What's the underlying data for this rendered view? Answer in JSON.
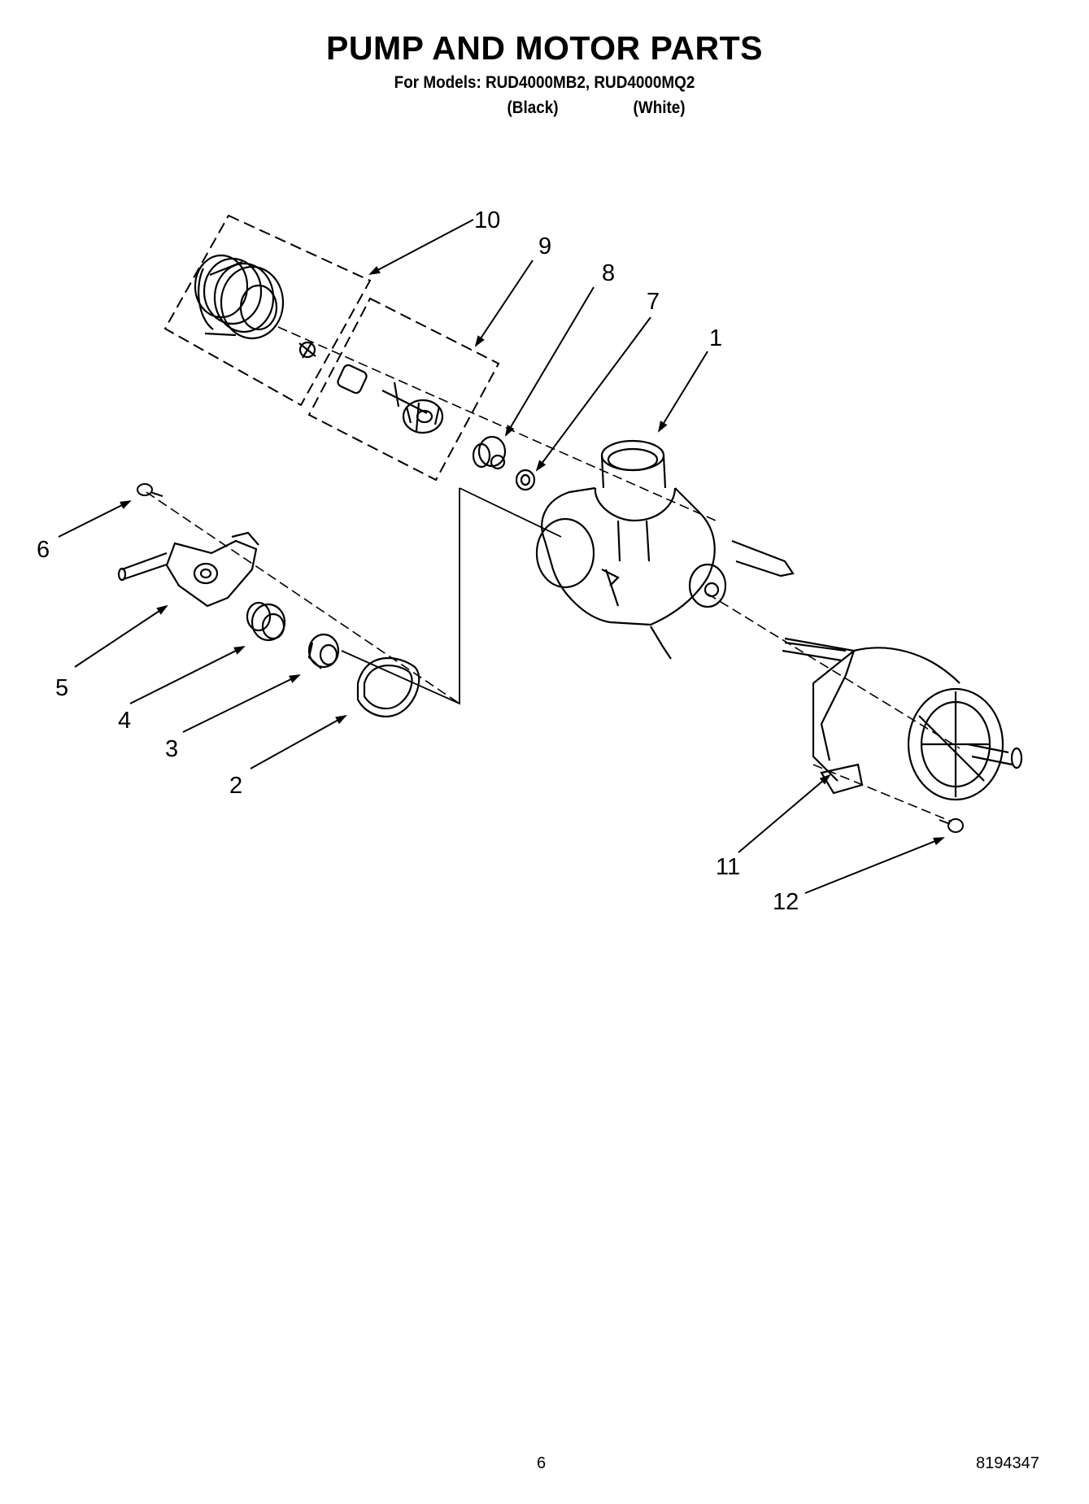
{
  "header": {
    "title": "PUMP AND MOTOR PARTS",
    "models_line": "For Models: RUD4000MB2, RUD4000MQ2",
    "color_1": "(Black)",
    "color_2": "(White)"
  },
  "callouts": {
    "c1": "1",
    "c2": "2",
    "c3": "3",
    "c4": "4",
    "c5": "5",
    "c6": "6",
    "c7": "7",
    "c8": "8",
    "c9": "9",
    "c10": "10",
    "c11": "11",
    "c12": "12"
  },
  "footer": {
    "page_number": "6",
    "document_number": "8194347"
  }
}
